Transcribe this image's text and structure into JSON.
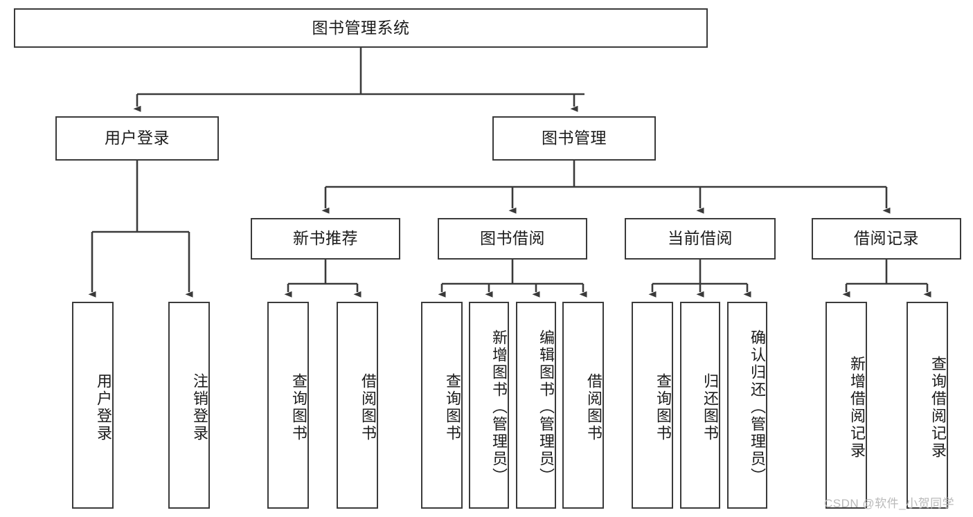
{
  "diagram": {
    "title_node": {
      "label": "图书管理系统"
    },
    "level2": [
      {
        "id": "user-login",
        "label": "用户登录"
      },
      {
        "id": "book-management",
        "label": "图书管理"
      }
    ],
    "level3": [
      {
        "id": "new-book-recommend",
        "label": "新书推荐"
      },
      {
        "id": "book-borrow",
        "label": "图书借阅"
      },
      {
        "id": "current-borrow",
        "label": "当前借阅"
      },
      {
        "id": "borrow-record",
        "label": "借阅记录"
      }
    ],
    "leaves": [
      {
        "id": "leaf-user-login",
        "label": "用户登录"
      },
      {
        "id": "leaf-logout-login",
        "label": "注销登录"
      },
      {
        "id": "leaf-query-book-1",
        "label": "查询图书"
      },
      {
        "id": "leaf-borrow-book-1",
        "label": "借阅图书"
      },
      {
        "id": "leaf-query-book-2",
        "label": "查询图书"
      },
      {
        "id": "leaf-add-book-admin",
        "label": "新增图书（管理员）"
      },
      {
        "id": "leaf-edit-book-admin",
        "label": "编辑图书（管理员）"
      },
      {
        "id": "leaf-borrow-book-2",
        "label": "借阅图书"
      },
      {
        "id": "leaf-query-book-3",
        "label": "查询图书"
      },
      {
        "id": "leaf-return-book",
        "label": "归还图书"
      },
      {
        "id": "leaf-confirm-return-admin",
        "label": "确认归还（管理员）"
      },
      {
        "id": "leaf-add-borrow-record",
        "label": "新增借阅记录"
      },
      {
        "id": "leaf-query-borrow-record",
        "label": "查询借阅记录"
      }
    ]
  },
  "watermark": {
    "text": "CSDN @软件_小贺同学"
  },
  "colors": {
    "border": "#3a3a3a",
    "text": "#1b1b1b",
    "background": "#ffffff",
    "watermark": "#b9b9b9"
  }
}
